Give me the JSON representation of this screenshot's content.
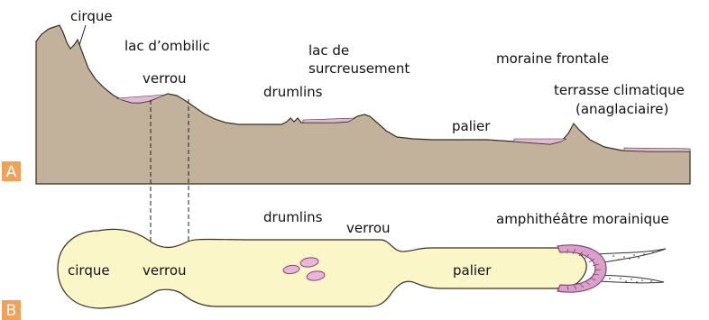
{
  "colors": {
    "terrain_fill": "#c2b29b",
    "terrain_stroke": "#3a2e22",
    "lake_fill": "#e2b8d6",
    "valley_fill": "#fbf6c8",
    "moraine_fill": "#d9a2cb",
    "moraine_stroke": "#8a3f72",
    "panel_badge": "#f0a15a"
  },
  "panel_a": {
    "badge": "A",
    "labels": {
      "cirque": "cirque",
      "lac_ombilic": "lac d’ombilic",
      "verrou": "verrou",
      "lac_de": "lac de",
      "surcreusement": "surcreusement",
      "drumlins": "drumlins",
      "moraine_frontale": "moraine frontale",
      "terrasse_climatique": "terrasse climatique",
      "anaglaciaire": "(anaglaciaire)",
      "palier": "palier"
    }
  },
  "panel_b": {
    "badge": "B",
    "labels": {
      "drumlins": "drumlins",
      "verrou": "verrou",
      "amphitheatre": "amphithéâtre morainique",
      "cirque": "cirque",
      "verrou_inner": "verrou",
      "palier": "palier"
    }
  }
}
